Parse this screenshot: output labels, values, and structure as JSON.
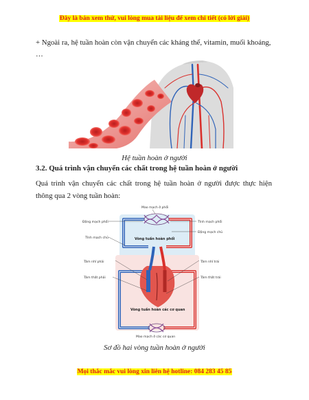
{
  "banner": "Đây là bản xem thử, vui lòng mua tài liệu để xem chi tiết (có lời giải)",
  "paragraph1": "+ Ngoài ra, hệ tuần hoàn còn vận chuyển các kháng thể, vitamin, muối khoáng, …",
  "figure1_caption": "Hệ tuần hoàn ở người",
  "section_heading": "3.2. Quá trình vận chuyển các chất trong hệ tuần hoàn ở người",
  "paragraph2": "Quá trình vận chuyển các chất trong hệ tuần hoàn ở người được thực hiện thông qua 2 vòng tuần hoàn:",
  "diagram": {
    "top_label": "Mao mạch ở phổi",
    "pulmonary_artery": "Động mạch phổi",
    "pulmonary_vein_right": "Tĩnh mạch phổi",
    "vena_cava": "Tĩnh mạch chủ",
    "aorta": "Động mạch chủ",
    "right_atrium": "Tâm nhĩ phải",
    "left_atrium": "Tâm nhĩ trái",
    "right_ventricle": "Tâm thất phải",
    "left_ventricle": "Tâm thất trái",
    "pulmonary_circuit": "Vòng tuần hoàn phổi",
    "systemic_circuit": "Vòng tuần hoàn các cơ quan",
    "bottom_label": "Mao mạch ở các cơ quan"
  },
  "figure2_caption": "Sơ đồ hai vòng tuần hoàn ở người",
  "footer": "Mọi thắc mắc vui lòng xin liên hệ hotline: 084 283 45 85",
  "colors": {
    "banner_text": "#e01b1b",
    "banner_bg": "#ffff00",
    "artery": "#d9302c",
    "vein": "#2f63b8"
  }
}
